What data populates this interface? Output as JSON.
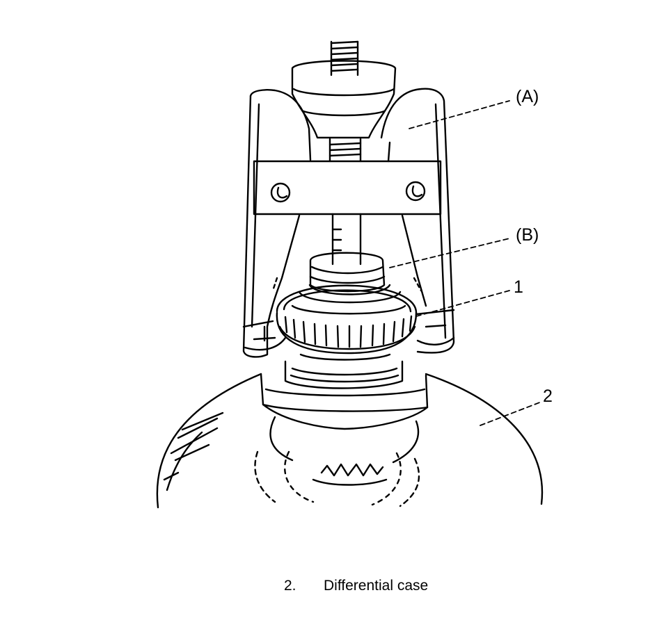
{
  "callouts": {
    "a": "(A)",
    "b": "(B)",
    "one": "1",
    "two": "2"
  },
  "caption": {
    "number": "2.",
    "text": "Differential case"
  }
}
